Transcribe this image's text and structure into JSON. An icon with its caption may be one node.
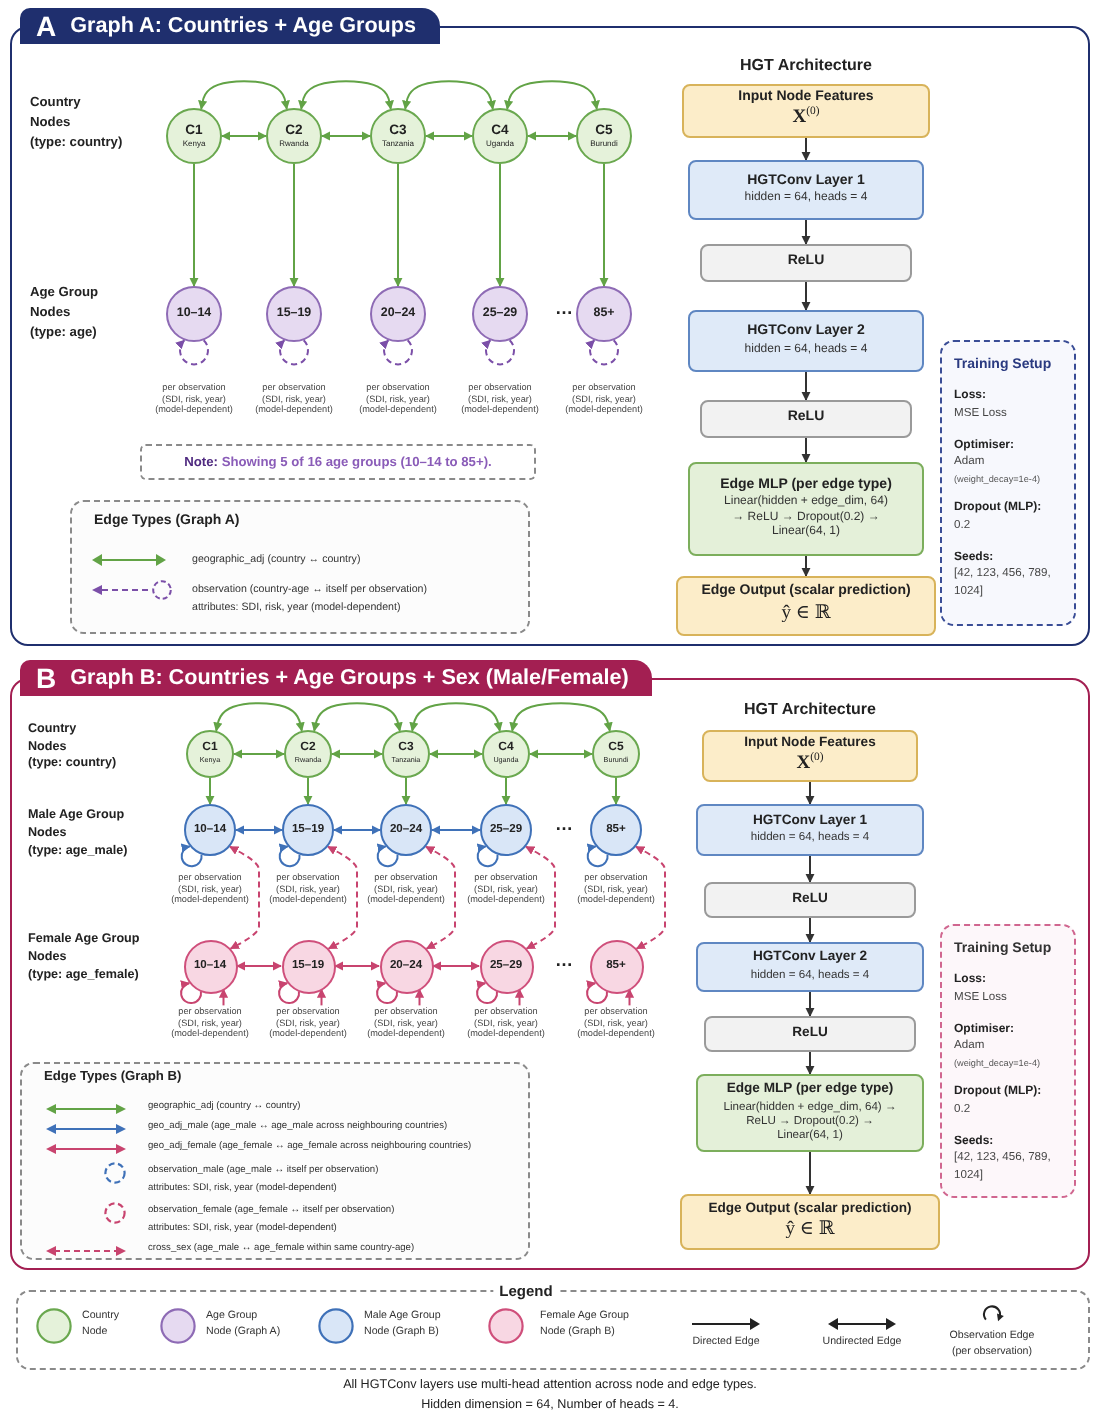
{
  "diagram": {
    "nodes": [
      {
        "text": [
          "A",
          "Graph A: Countries + Age Groups"
        ]
      },
      {
        "text": [
          "C1",
          "Kenya"
        ],
        "in": 0
      },
      {
        "text": [
          "C2",
          "Rwanda"
        ],
        "in": 0
      },
      {
        "text": [
          "C3",
          "Tanzania"
        ],
        "in": 0
      },
      {
        "text": [
          "C4",
          "Uganda"
        ],
        "in": 0
      },
      {
        "text": [
          "C5",
          "Burundi"
        ],
        "in": 0
      },
      {
        "text": [
          "10–14"
        ],
        "in": 0
      },
      {
        "text": [
          "15–19"
        ],
        "in": 0
      },
      {
        "text": [
          "20–24"
        ],
        "in": 0
      },
      {
        "text": [
          "25–29"
        ],
        "in": 0
      },
      {
        "text": [
          "85+"
        ],
        "in": 0
      },
      {
        "text": [
          "**Note:** Showing 5 of 16 age groups (10–14 to 85+)."
        ],
        "in": 0
      },
      {
        "text": [
          "Edge Types (Graph A)",
          "geographic_adj (country ↔ country)",
          "observation (country-age ↔ itself per observation)",
          "attributes: SDI, risk, year (model-dependent)"
        ],
        "in": 0
      },
      {
        "text": [
          "Input Node Features",
          "**X**$^{(0)}$"
        ],
        "in": 0
      },
      {
        "text": [
          "HGTConv Layer 1",
          "hidden = 64, heads = 4"
        ],
        "in": 0
      },
      {
        "text": [
          "ReLU"
        ],
        "in": 0
      },
      {
        "text": [
          "HGTConv Layer 2",
          "hidden = 64, heads = 4"
        ],
        "in": 0
      },
      {
        "text": [
          "ReLU"
        ],
        "in": 0
      },
      {
        "text": [
          "Edge MLP (per edge type)",
          "Linear(hidden + edge_dim, 64) → ReLU → Dropout(0.2) → Linear(64, 1)"
        ],
        "in": 0
      },
      {
        "text": [
          "Edge Output (scalar prediction)",
          "ŷ ∈ ℝ"
        ],
        "in": 0
      },
      {
        "text": [
          "Training Setup",
          "Loss:",
          "MSE Loss",
          "Optimiser:",
          "Adam",
          "(weight_decay=1e-4)",
          "Dropout (MLP):",
          "0.2",
          "Seeds:",
          "[42, 123, 456, 789, 1024]"
        ],
        "in": 0
      },
      {
        "text": [
          "B",
          "Graph B: Countries + Age Groups + Sex (Male/Female)"
        ]
      },
      {
        "text": [
          "C1",
          "Kenya"
        ],
        "in": 21
      },
      {
        "text": [
          "C2",
          "Rwanda"
        ],
        "in": 21
      },
      {
        "text": [
          "C3",
          "Tanzania"
        ],
        "in": 21
      },
      {
        "text": [
          "C4",
          "Uganda"
        ],
        "in": 21
      },
      {
        "text": [
          "C5",
          "Burundi"
        ],
        "in": 21
      },
      {
        "text": [
          "10–14"
        ],
        "in": 21,
        "beside": [
          "per observation (SDI, risk, year) (model-dependent)"
        ]
      },
      {
        "text": [
          "15–19"
        ],
        "in": 21,
        "beside": [
          "per observation (SDI, risk, year) (model-dependent)"
        ]
      },
      {
        "text": [
          "20–24"
        ],
        "in": 21,
        "beside": [
          "per observation (SDI, risk, year) (model-dependent)"
        ]
      },
      {
        "text": [
          "25–29"
        ],
        "in": 21,
        "beside": [
          "per observation (SDI, risk, year) (model-dependent)"
        ]
      },
      {
        "text": [
          "85+"
        ],
        "in": 21,
        "beside": [
          "per observation (SDI, risk, year) (model-dependent)"
        ]
      },
      {
        "text": [
          "10–14"
        ],
        "in": 21,
        "beside": [
          "per observation (SDI, risk, year) (model-dependent)"
        ]
      },
      {
        "text": [
          "15–19"
        ],
        "in": 21,
        "beside": [
          "per observation (SDI, risk, year) (model-dependent)"
        ]
      },
      {
        "text": [
          "20–24"
        ],
        "in": 21,
        "beside": [
          "per observation (SDI, risk, year) (model-dependent)"
        ]
      },
      {
        "text": [
          "25–29"
        ],
        "in": 21,
        "beside": [
          "per observation (SDI, risk, year) (model-dependent)"
        ]
      },
      {
        "text": [
          "85+"
        ],
        "in": 21,
        "beside": [
          "per observation (SDI, risk, year) (model-dependent)"
        ]
      },
      {
        "text": [
          "Edge Types (Graph B)",
          "geographic_adj (country ↔ country)",
          "geo_adj_male (age_male ↔ age_male across neighbouring countries)",
          "geo_adj_female (age_female ↔ age_female across neighbouring countries)",
          "observation_male (age_male ↔ itself per observation)",
          "attributes: SDI, risk, year (model-dependent)",
          "observation_female (age_female ↔ itself per observation)",
          "attributes: SDI, risk, year (model-dependent)",
          "cross_sex (age_male ↔ age_female within same country-age)"
        ],
        "in": 21
      },
      {
        "text": [
          "Input Node Features",
          "**X**$^{(0)}$"
        ],
        "in": 21
      },
      {
        "text": [
          "HGTConv Layer 1",
          "hidden = 64, heads = 4"
        ],
        "in": 21
      },
      {
        "text": [
          "ReLU"
        ],
        "in": 21
      },
      {
        "text": [
          "HGTConv Layer 2",
          "hidden = 64, heads = 4"
        ],
        "in": 21
      },
      {
        "text": [
          "ReLU"
        ],
        "in": 21
      },
      {
        "text": [
          "Edge MLP (per edge type)",
          "Linear(hidden + edge_dim, 64) → ReLU → Dropout(0.2) → Linear(64, 1)"
        ],
        "in": 21
      },
      {
        "text": [
          "Edge Output (scalar prediction)",
          "ŷ ∈ ℝ"
        ],
        "in": 21
      },
      {
        "text": [
          "Training Setup",
          "Loss:",
          "MSE Loss",
          "Optimiser:",
          "Adam",
          "(weight_decay=1e-4)",
          "Dropout (MLP):",
          "0.2",
          "Seeds:",
          "[42, 123, 456, 789, 1024]"
        ],
        "in": 21
      }
    ],
    "edges": [
      {
        "from": 1,
        "to": 2,
        "arrow": "both"
      },
      {
        "from": 2,
        "to": 3,
        "arrow": "both"
      },
      {
        "from": 3,
        "to": 4,
        "arrow": "both"
      },
      {
        "from": 4,
        "to": 5,
        "arrow": "both"
      },
      {
        "from": 1,
        "to": 2,
        "arrow": "both"
      },
      {
        "from": 2,
        "to": 3,
        "arrow": "both"
      },
      {
        "from": 3,
        "to": 4,
        "arrow": "both"
      },
      {
        "from": 4,
        "to": 5,
        "arrow": "both"
      },
      {
        "from": 1,
        "to": 6,
        "arrow": "to"
      },
      {
        "from": 2,
        "to": 7,
        "arrow": "to"
      },
      {
        "from": 3,
        "to": 8,
        "arrow": "to"
      },
      {
        "from": 4,
        "to": 9,
        "arrow": "to"
      },
      {
        "from": 5,
        "to": 10,
        "arrow": "to"
      },
      {
        "from": 6,
        "to": 6,
        "arrow": "to",
        "style": "dashed",
        "color": "#7b4fa8"
      },
      {
        "from": 7,
        "to": 7,
        "arrow": "to",
        "style": "dashed",
        "color": "#7b4fa8"
      },
      {
        "from": 8,
        "to": 8,
        "arrow": "to",
        "style": "dashed",
        "color": "#7b4fa8"
      },
      {
        "from": 9,
        "to": 9,
        "arrow": "to",
        "style": "dashed",
        "color": "#7b4fa8"
      },
      {
        "from": 10,
        "to": 10,
        "arrow": "to",
        "style": "dashed",
        "color": "#7b4fa8"
      },
      {
        "from": 13,
        "to": 14,
        "arrow": "to",
        "color": "#333333"
      },
      {
        "from": 14,
        "to": 15,
        "arrow": "to",
        "color": "#333333"
      },
      {
        "from": 15,
        "to": 16,
        "arrow": "to",
        "color": "#333333"
      },
      {
        "from": 16,
        "to": 17,
        "arrow": "to",
        "color": "#333333"
      },
      {
        "from": 17,
        "to": 18,
        "arrow": "to",
        "color": "#333333"
      },
      {
        "from": 18,
        "to": 19,
        "arrow": "to",
        "color": "#333333"
      },
      {
        "from": 22,
        "to": 23,
        "arrow": "both"
      },
      {
        "from": 23,
        "to": 24,
        "arrow": "both"
      },
      {
        "from": 24,
        "to": 25,
        "arrow": "both"
      },
      {
        "from": 25,
        "to": 26,
        "arrow": "both"
      },
      {
        "from": 22,
        "to": 23,
        "arrow": "both"
      },
      {
        "from": 23,
        "to": 24,
        "arrow": "both"
      },
      {
        "from": 24,
        "to": 25,
        "arrow": "both"
      },
      {
        "from": 25,
        "to": 26,
        "arrow": "both"
      },
      {
        "from": 22,
        "to": 27,
        "arrow": "to"
      },
      {
        "from": 23,
        "to": 28,
        "arrow": "to"
      },
      {
        "from": 24,
        "to": 29,
        "arrow": "to"
      },
      {
        "from": 25,
        "to": 30,
        "arrow": "to"
      },
      {
        "from": 26,
        "to": 31,
        "arrow": "to"
      },
      {
        "from": 27,
        "to": 28,
        "arrow": "both",
        "color": "#3f71b8"
      },
      {
        "from": 28,
        "to": 29,
        "arrow": "both",
        "color": "#3f71b8"
      },
      {
        "from": 29,
        "to": 30,
        "arrow": "both",
        "color": "#3f71b8"
      },
      {
        "from": 32,
        "to": 33,
        "arrow": "both",
        "color": "#c8446f"
      },
      {
        "from": 33,
        "to": 34,
        "arrow": "both",
        "color": "#c8446f"
      },
      {
        "from": 34,
        "to": 35,
        "arrow": "both",
        "color": "#c8446f"
      },
      {
        "from": 27,
        "to": 27,
        "arrow": "to",
        "color": "#3f71b8"
      },
      {
        "from": 28,
        "to": 28,
        "arrow": "to",
        "color": "#3f71b8"
      },
      {
        "from": 29,
        "to": 29,
        "arrow": "to",
        "color": "#3f71b8"
      },
      {
        "from": 30,
        "to": 30,
        "arrow": "to",
        "color": "#3f71b8"
      },
      {
        "from": 31,
        "to": 31,
        "arrow": "to",
        "color": "#3f71b8"
      },
      {
        "from": 32,
        "to": 32,
        "arrow": "to",
        "color": "#c8446f"
      },
      {
        "from": 33,
        "to": 33,
        "arrow": "to",
        "color": "#c8446f"
      },
      {
        "from": 34,
        "to": 34,
        "arrow": "to",
        "color": "#c8446f"
      },
      {
        "from": 35,
        "to": 35,
        "arrow": "to",
        "color": "#c8446f"
      },
      {
        "from": 36,
        "to": 36,
        "arrow": "to",
        "color": "#c8446f"
      },
      {
        "from": 27,
        "to": 32,
        "arrow": "both",
        "style": "dashed",
        "color": "#c8446f"
      },
      {
        "from": 28,
        "to": 33,
        "arrow": "both",
        "style": "dashed",
        "color": "#c8446f"
      },
      {
        "from": 29,
        "to": 34,
        "arrow": "both",
        "style": "dashed",
        "color": "#c8446f"
      },
      {
        "from": 30,
        "to": 35,
        "arrow": "both",
        "style": "dashed",
        "color": "#c8446f"
      },
      {
        "from": 31,
        "to": 36,
        "arrow": "both",
        "style": "dashed",
        "color": "#c8446f"
      },
      {
        "from": null,
        "to": 32,
        "arrow": "to",
        "color": "#c8446f"
      },
      {
        "from": null,
        "to": 33,
        "arrow": "to",
        "color": "#c8446f"
      },
      {
        "from": null,
        "to": 34,
        "arrow": "to",
        "color": "#c8446f"
      },
      {
        "from": null,
        "to": 35,
        "arrow": "to",
        "color": "#c8446f"
      },
      {
        "from": null,
        "to": 36,
        "arrow": "to",
        "color": "#c8446f"
      },
      {
        "from": 38,
        "to": 39,
        "arrow": "to",
        "color": "#333333"
      },
      {
        "from": 39,
        "to": 40,
        "arrow": "to",
        "color": "#333333"
      },
      {
        "from": 40,
        "to": 41,
        "arrow": "to",
        "color": "#333333"
      },
      {
        "from": 41,
        "to": 42,
        "arrow": "to",
        "color": "#333333"
      },
      {
        "from": 42,
        "to": 43,
        "arrow": "to",
        "color": "#333333"
      },
      {
        "from": 43,
        "to": 44,
        "arrow": "to",
        "color": "#333333"
      }
    ],
    "labels": [
      "HGT Architecture",
      "Country Nodes",
      "(type: country)",
      "Age Group Nodes",
      "(type: age)",
      "…",
      "per observation (SDI, risk, year) (model-dependent)",
      "per observation (SDI, risk, year) (model-dependent)",
      "per observation (SDI, risk, year) (model-dependent)",
      "per observation (SDI, risk, year) (model-dependent)",
      "per observation (SDI, risk, year) (model-dependent)",
      "HGT Architecture",
      "Country Nodes",
      "(type: country)",
      "Male Age Group Nodes",
      "(type: age_male)",
      "…",
      "Female Age Group Nodes",
      "(type: age_female)",
      "…",
      "Legend"
    ],
    "legend": [
      {
        "text": "Country Node",
        "color": "#e5f2da"
      },
      {
        "text": "Age Group Node (Graph A)",
        "color": "#e6daf1"
      },
      {
        "text": "Male Age Group Node (Graph B)",
        "color": "#d9e6f7"
      },
      {
        "text": "Female Age Group Node (Graph B)",
        "color": "#f8d7e3"
      },
      {
        "text": "Directed Edge"
      },
      {
        "text": "Undirected Edge"
      },
      {
        "text": "Observation Edge (per observation)"
      }
    ],
    "caption": "All HGTConv layers use multi-head attention across node and edge types. Hidden dimension = 64, Number of heads = 4."
  }
}
